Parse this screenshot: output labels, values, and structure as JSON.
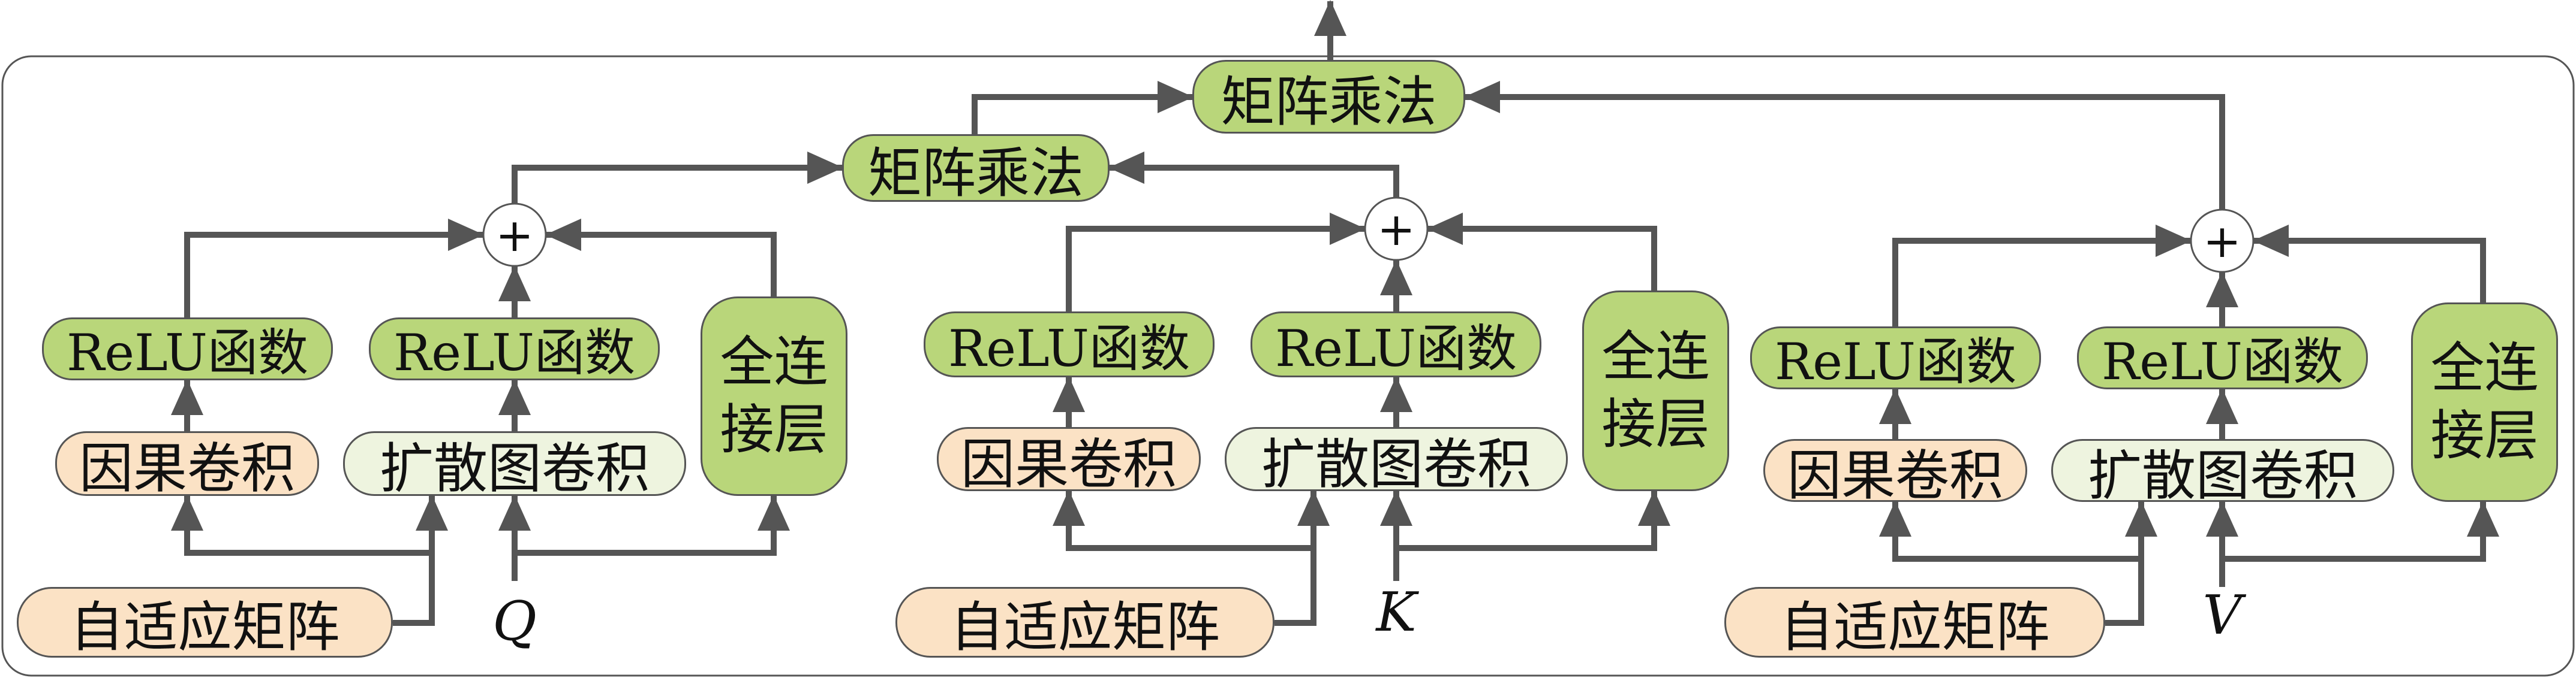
{
  "diagram": {
    "matmul_top": "矩阵乘法",
    "matmul_mid": "矩阵乘法",
    "plus_symbol": "+",
    "blocks": [
      {
        "input": "Q",
        "relu_left": "ReLU函数",
        "relu_mid": "ReLU函数",
        "causal_conv": "因果卷积",
        "diffusion_conv": "扩散图卷积",
        "fc_line1": "全连",
        "fc_line2": "接层",
        "adaptive": "自适应矩阵"
      },
      {
        "input": "K",
        "relu_left": "ReLU函数",
        "relu_mid": "ReLU函数",
        "causal_conv": "因果卷积",
        "diffusion_conv": "扩散图卷积",
        "fc_line1": "全连",
        "fc_line2": "接层",
        "adaptive": "自适应矩阵"
      },
      {
        "input": "V",
        "relu_left": "ReLU函数",
        "relu_mid": "ReLU函数",
        "causal_conv": "因果卷积",
        "diffusion_conv": "扩散图卷积",
        "fc_line1": "全连",
        "fc_line2": "接层",
        "adaptive": "自适应矩阵"
      }
    ],
    "colors": {
      "green": "#b9d67a",
      "orange": "#fbe2c5",
      "pale": "#eef4df",
      "line": "#555555"
    }
  }
}
